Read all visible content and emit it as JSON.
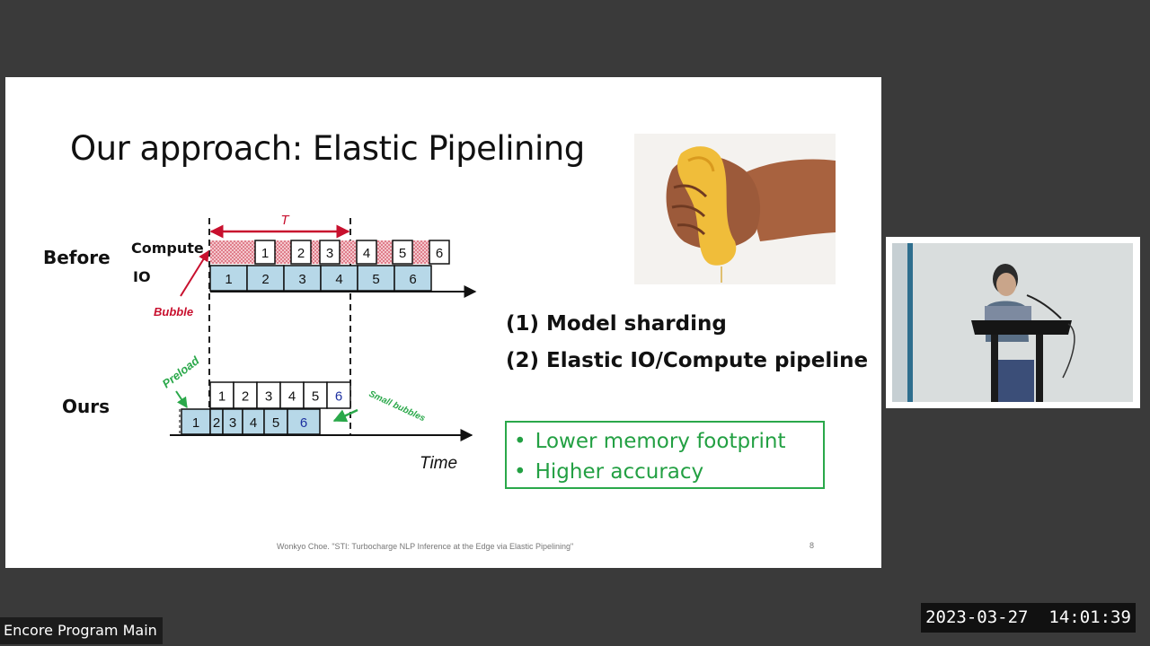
{
  "slide": {
    "title": "Our approach: Elastic Pipelining",
    "diagram": {
      "row_before": "Before",
      "row_ours": "Ours",
      "lane_compute": "Compute",
      "lane_io": "IO",
      "period_label": "T",
      "bubble_label": "Bubble",
      "preload_label": "Preload",
      "small_bubbles_label": "Small bubbles",
      "time_label": "Time",
      "before_compute_blocks": [
        "1",
        "2",
        "3",
        "4",
        "5",
        "6"
      ],
      "before_io_blocks": [
        "1",
        "2",
        "3",
        "4",
        "5",
        "6"
      ],
      "ours_compute_blocks": [
        "1",
        "2",
        "3",
        "4",
        "5",
        "6"
      ],
      "ours_io_blocks": [
        "1",
        "2",
        "3",
        "4",
        "5",
        "6"
      ]
    },
    "points": [
      "(1) Model sharding",
      "(2) Elastic IO/Compute pipeline"
    ],
    "benefits": [
      "Lower memory footprint",
      "Higher accuracy"
    ],
    "bullet": "•",
    "footnote": "Wonkyo Choe. \"STI: Turbocharge NLP Inference at the Edge via Elastic Pipelining\"",
    "page_number": "8"
  },
  "overlay": {
    "program_label": "Encore Program Main",
    "timestamp": "2023-03-27  14:01:39"
  },
  "colors": {
    "accent_red": "#c8102e",
    "accent_green": "#2aa84a",
    "io_block_fill": "#b7d8e8",
    "bubble_fill": "#f2b6bf",
    "highlight_blue": "#1c2fa0"
  }
}
